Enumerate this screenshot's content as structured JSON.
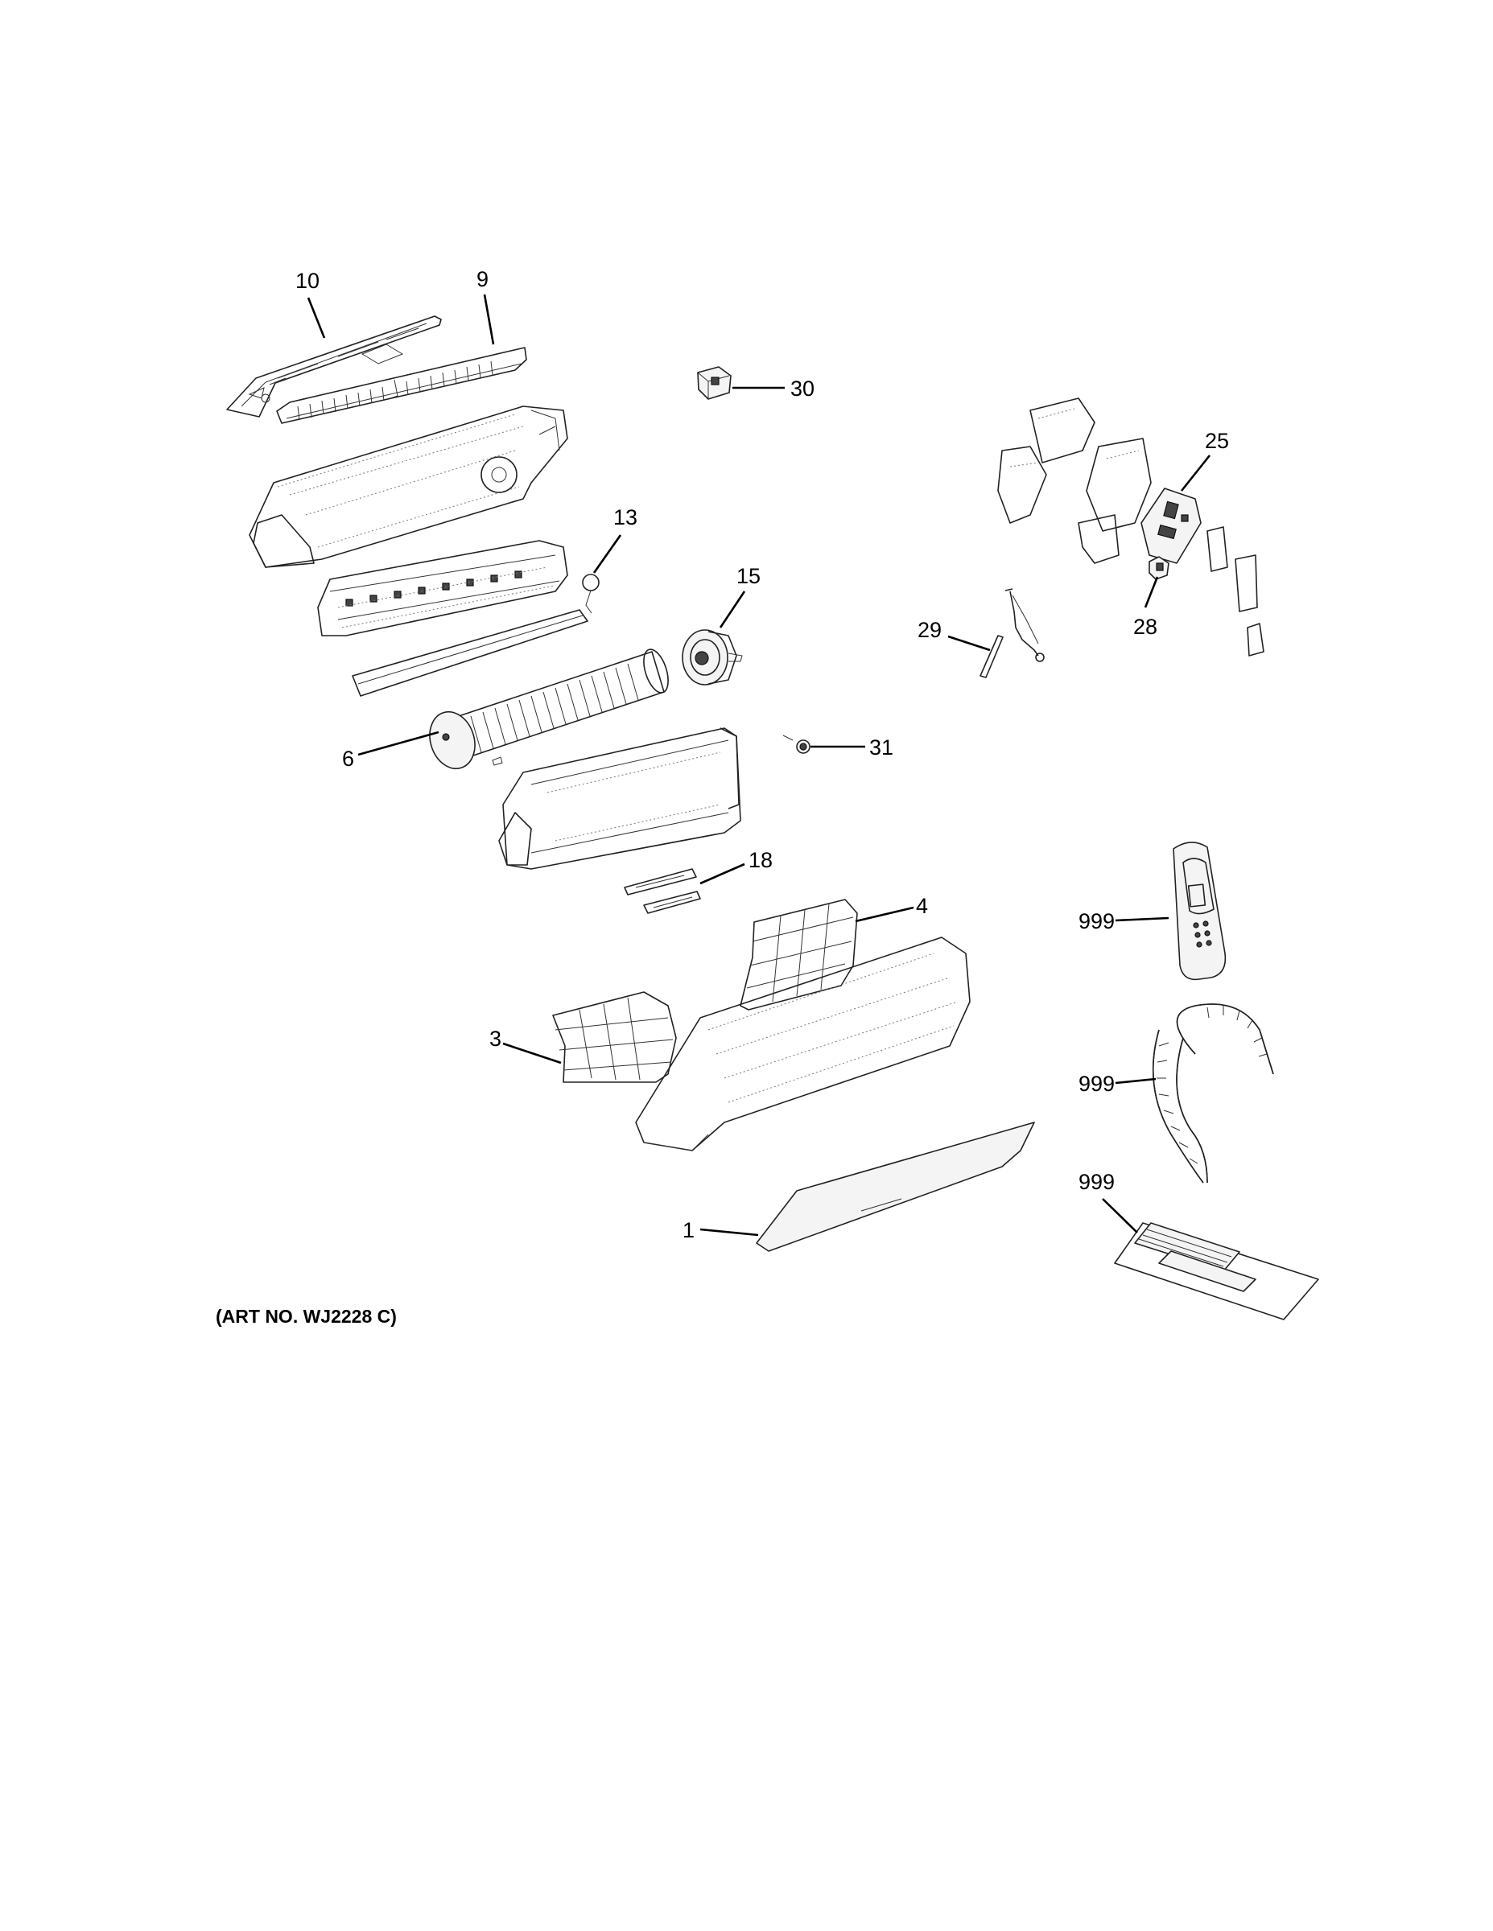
{
  "callouts": {
    "c10": "10",
    "c9": "9",
    "c30": "30",
    "c25": "25",
    "c13": "13",
    "c15": "15",
    "c28": "28",
    "c29": "29",
    "c6": "6",
    "c31": "31",
    "c18": "18",
    "c4": "4",
    "c999a": "999",
    "c3": "3",
    "c999b": "999",
    "c999c": "999",
    "c1": "1"
  },
  "footer": {
    "art_number": "(ART NO. WJ2228 C)"
  }
}
